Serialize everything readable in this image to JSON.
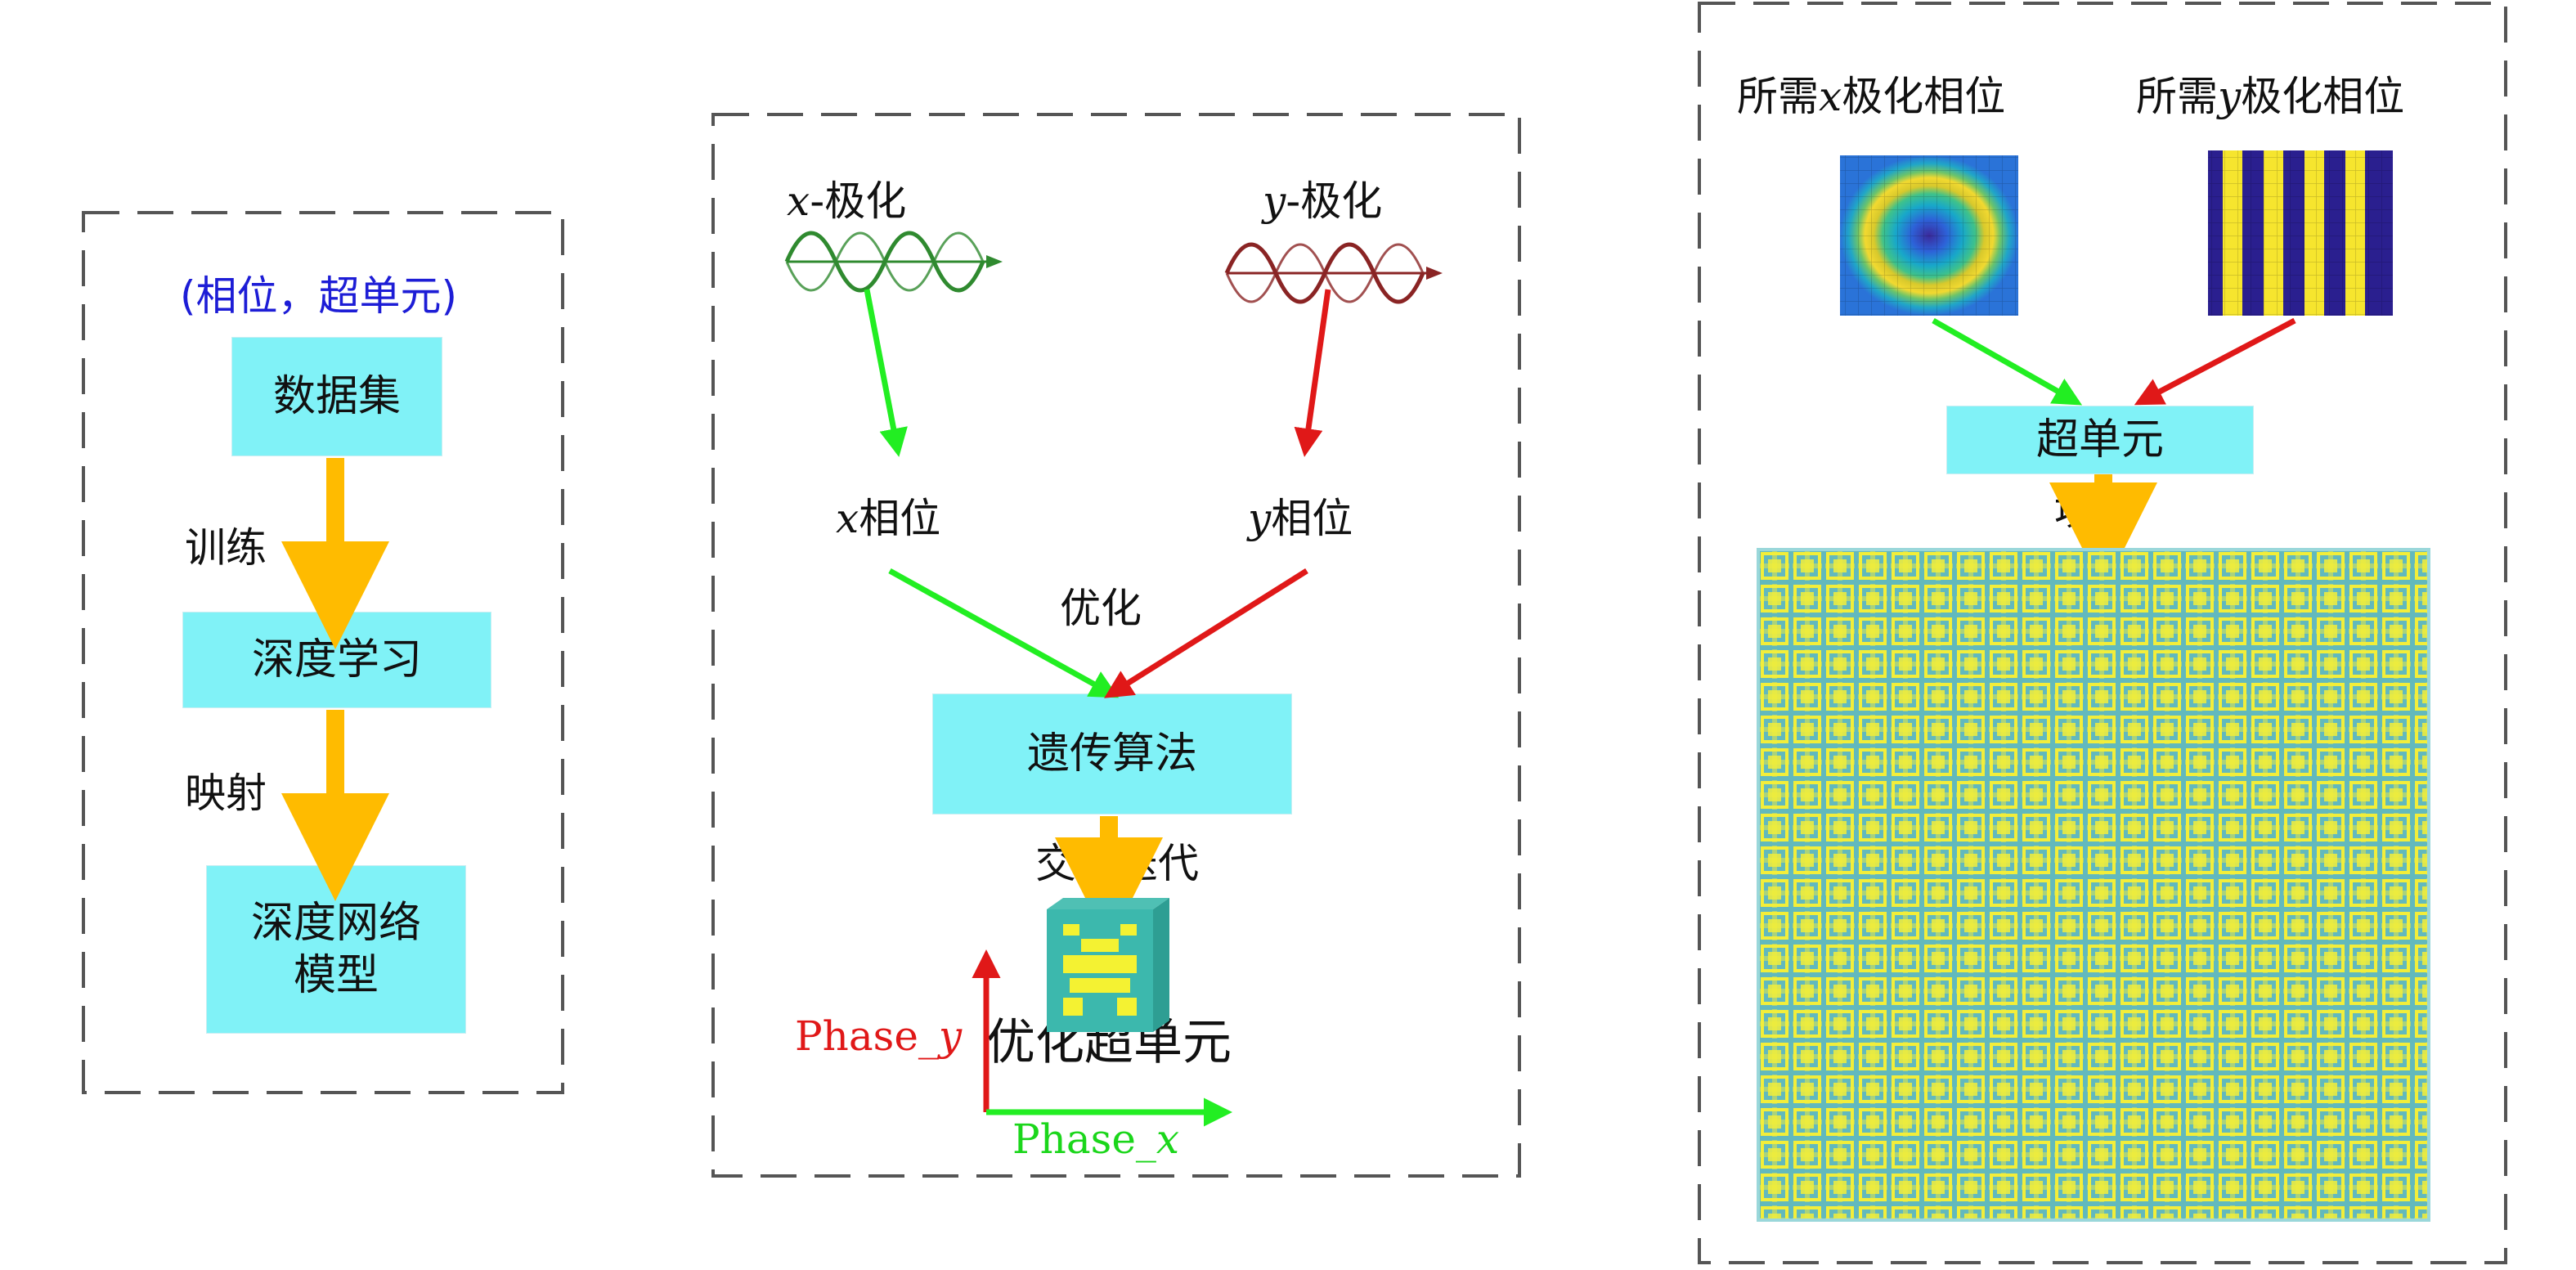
{
  "panel1": {
    "header": "(相位，超单元)",
    "box_dataset": "数据集",
    "label_train": "训练",
    "box_deep_learning": "深度学习",
    "label_map": "映射",
    "box_model_line1": "深度网络",
    "box_model_line2": "模型"
  },
  "panel2": {
    "x_pol_var": "x",
    "x_pol_text": "-极化",
    "y_pol_var": "y",
    "y_pol_text": "-极化",
    "x_phase_var": "x",
    "x_phase_text": "相位",
    "y_phase_var": "y",
    "y_phase_text": "相位",
    "label_optimize": "优化",
    "box_ga": "遗传算法",
    "label_crossover": "交叉迭代",
    "axis_y_label": "Phase_",
    "axis_y_var": "y",
    "axis_x_label": "Phase_",
    "axis_x_var": "x",
    "optimized_cell_label": "优化超单元"
  },
  "panel3": {
    "req_x_pre": "所需",
    "req_x_var": "x",
    "req_x_post": "极化相位",
    "req_y_pre": "所需",
    "req_y_var": "y",
    "req_y_post": "极化相位",
    "box_supercell": "超单元",
    "label_fill": "填充"
  },
  "colors": {
    "cyan_box": "#80f2f7",
    "orange_arrow": "#ffbb00",
    "green_arrow": "#22ee22",
    "red_arrow": "#e01818",
    "dashed_border": "#555555",
    "label_blue": "#1d1dd6",
    "metasurface_bg": "#5fb9bc",
    "metasurface_pattern": "#f2ee3a"
  }
}
